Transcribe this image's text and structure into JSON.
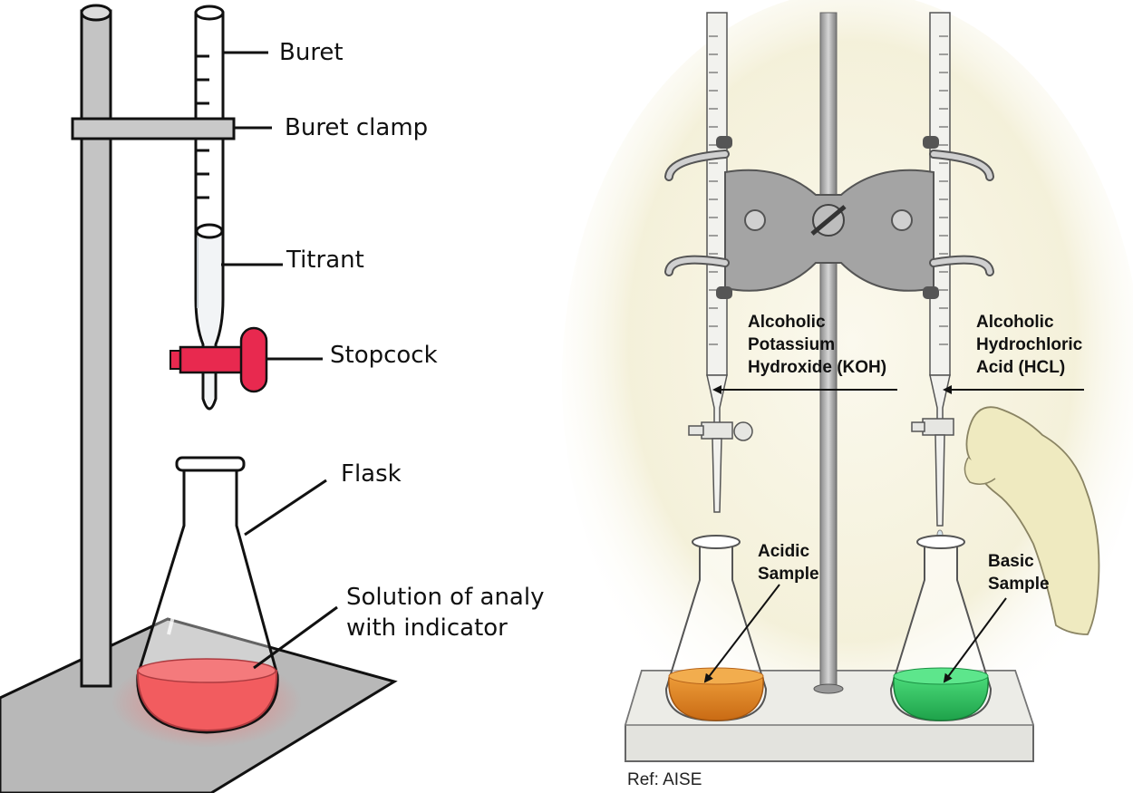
{
  "left_diagram": {
    "labels": {
      "buret": "Buret",
      "buret_clamp": "Buret clamp",
      "titrant": "Titrant",
      "stopcock": "Stopcock",
      "flask": "Flask",
      "solution_line1": "Solution of analy",
      "solution_line2": "with indicator"
    },
    "colors": {
      "stopcock": "#e8294f",
      "solution": "#f25c5f",
      "base": "#b8b8b8",
      "stand": "#c4c4c4"
    }
  },
  "right_diagram": {
    "labels": {
      "koh_line1": "Alcoholic",
      "koh_line2": "Potassium",
      "koh_line3": "Hydroxide (KOH)",
      "hcl_line1": "Alcoholic",
      "hcl_line2": "Hydrochloric",
      "hcl_line3": "Acid (HCL)",
      "acidic_line1": "Acidic",
      "acidic_line2": "Sample",
      "basic_line1": "Basic",
      "basic_line2": "Sample",
      "reference": "Ref: AISE"
    },
    "colors": {
      "acidic_sample": "#e08a1f",
      "basic_sample": "#2fc35e",
      "background_glow": "#f3efd6",
      "clamp": "#9a9a9a"
    }
  }
}
